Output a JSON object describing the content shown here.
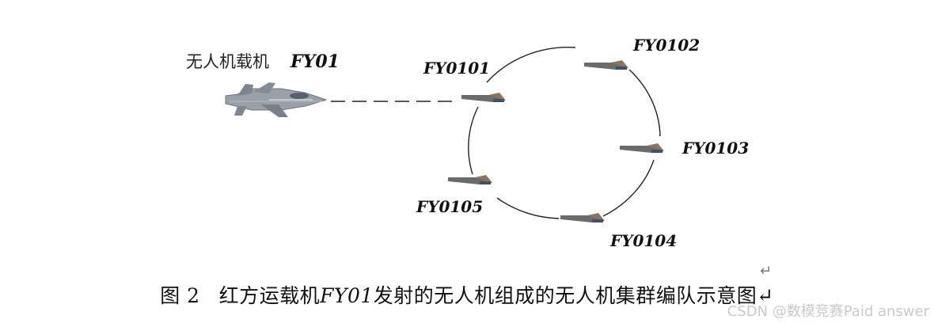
{
  "diagram": {
    "carrier": {
      "label": "无人机载机",
      "code": "FY01"
    },
    "drones": [
      {
        "id": "FY0101"
      },
      {
        "id": "FY0102"
      },
      {
        "id": "FY0103"
      },
      {
        "id": "FY0104"
      },
      {
        "id": "FY0105"
      }
    ],
    "caption": {
      "fig": "图 2",
      "pre": "红方运载机",
      "code": "FY01",
      "post": "发射的无人机组成的无人机集群编队示意图"
    },
    "return_mark": "↵",
    "watermark": "CSDN @数模竞赛Paid answer"
  }
}
